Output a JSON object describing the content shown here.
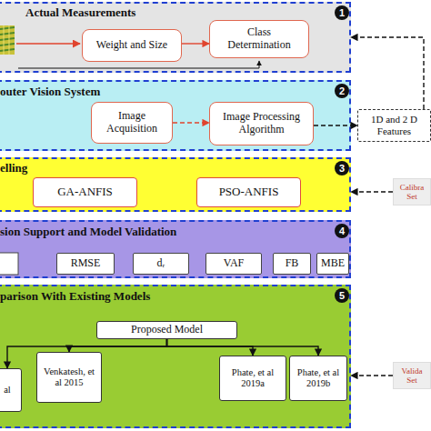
{
  "diagram": {
    "nodes": [
      {
        "text": [
          "Actual Measurements"
        ]
      },
      {
        "text": [
          "Weight and Size"
        ],
        "in": 0
      },
      {
        "text": [
          "Class Determination"
        ],
        "in": 0
      },
      {
        "text": [
          "outer Vision System"
        ]
      },
      {
        "text": [
          "Image Acquisition"
        ],
        "in": 3
      },
      {
        "text": [
          "Image Processing Algorithm"
        ],
        "in": 3
      },
      {
        "text": [
          "1D and 2 D Features"
        ]
      },
      {
        "text": [
          "elling"
        ]
      },
      {
        "text": [
          "GA-ANFIS"
        ],
        "in": 7
      },
      {
        "text": [
          "PSO-ANFIS"
        ],
        "in": 7
      },
      {
        "text": [
          "Calibra Set"
        ]
      },
      {
        "text": [
          "sion Support and Model Validation"
        ]
      },
      {
        "text": [
          "RMSE"
        ],
        "in": 11
      },
      {
        "text": [
          "dᵣ"
        ],
        "in": 11
      },
      {
        "text": [
          "VAF"
        ],
        "in": 11
      },
      {
        "text": [
          "FB"
        ],
        "in": 11
      },
      {
        "text": [
          "MBE"
        ],
        "in": 11
      },
      {
        "text": [
          "parison With Existing Models"
        ]
      },
      {
        "text": [
          "Proposed Model"
        ],
        "in": 17
      },
      {
        "text": [
          "al"
        ],
        "in": 17
      },
      {
        "text": [
          "Venkatesh, et al 2015"
        ],
        "in": 17
      },
      {
        "text": [
          "Phate, et al 2019a"
        ],
        "in": 17
      },
      {
        "text": [
          "Phate, et al 2019b"
        ],
        "in": 17
      },
      {
        "text": [
          "Valida Set"
        ]
      }
    ],
    "edges": [
      {
        "from": 1,
        "to": 2,
        "arrow": "to"
      },
      {
        "from": 4,
        "to": 5,
        "arrow": "to"
      },
      {
        "from": 5,
        "to": 6,
        "arrow": "to"
      },
      {
        "from": 6,
        "to": 0,
        "arrow": "to"
      },
      {
        "from": 10,
        "to": 7,
        "arrow": "to"
      },
      {
        "from": 18,
        "to": 19,
        "arrow": "to"
      },
      {
        "from": 18,
        "to": 20,
        "arrow": "to"
      },
      {
        "from": 18,
        "to": 21,
        "arrow": "to"
      },
      {
        "from": 18,
        "to": 22,
        "arrow": "to"
      },
      {
        "from": 23,
        "to": 17,
        "arrow": "to"
      }
    ],
    "labels": [
      "1",
      "2",
      "3",
      "4",
      "5"
    ]
  }
}
